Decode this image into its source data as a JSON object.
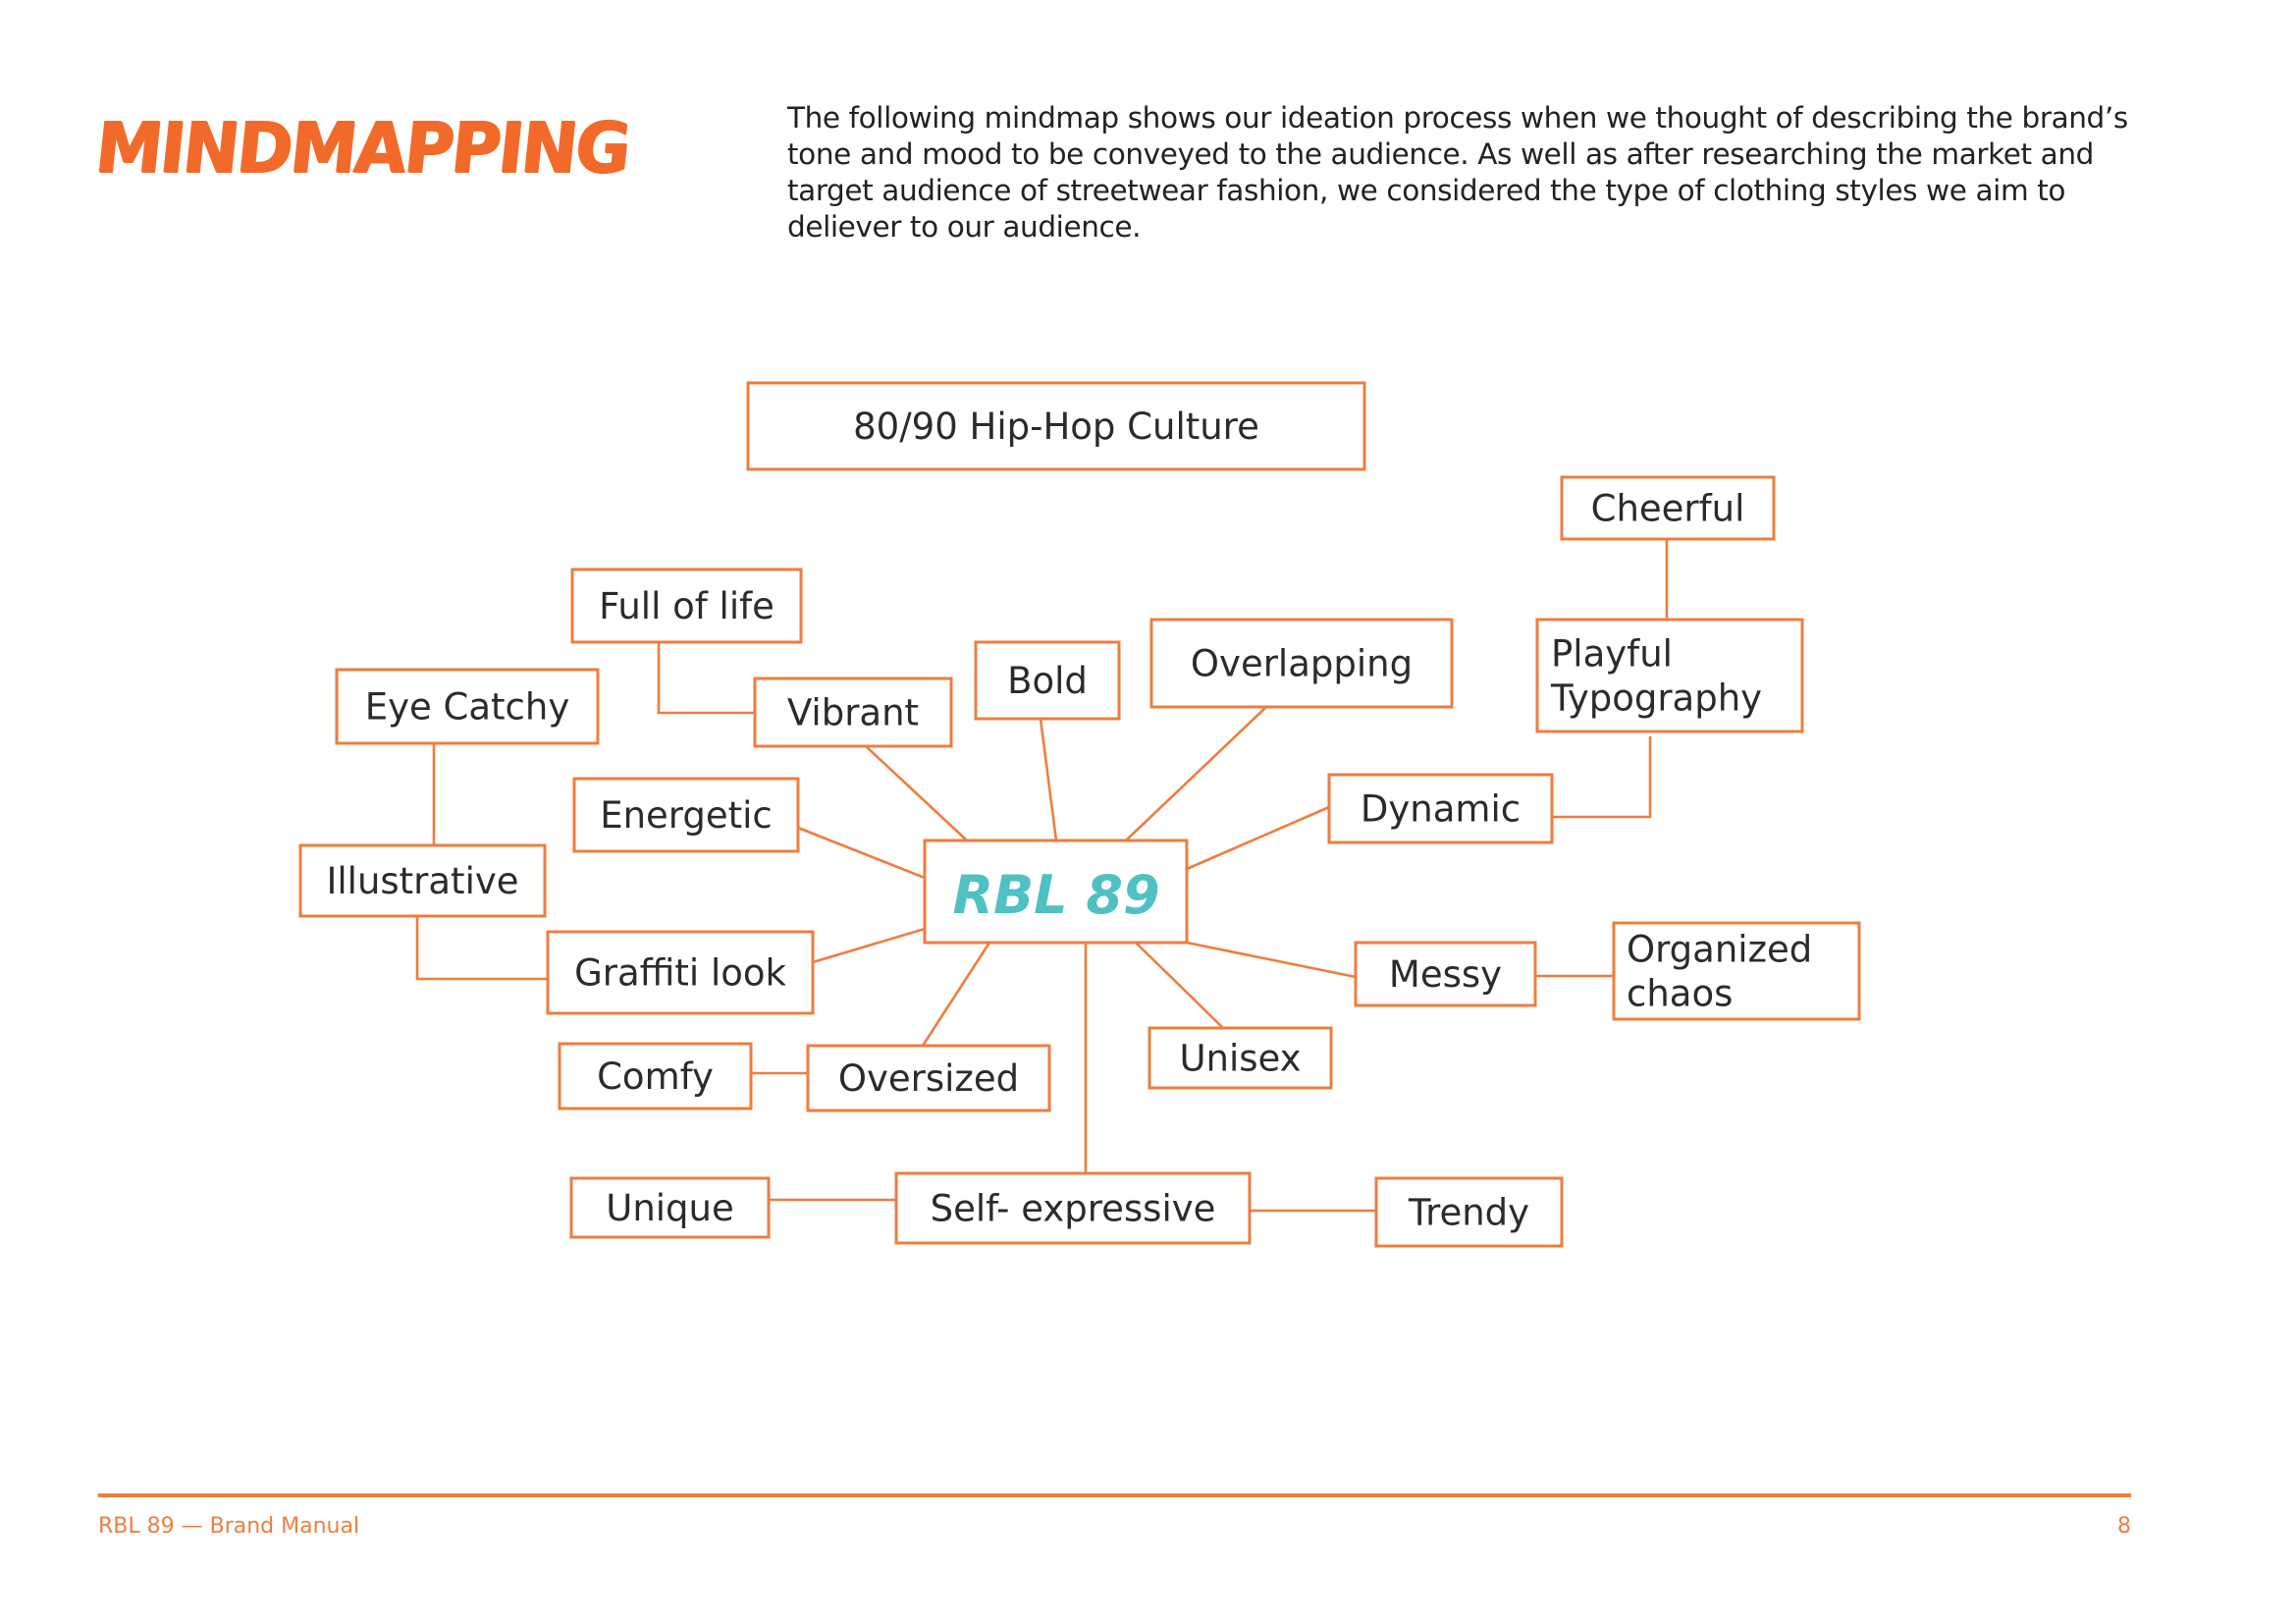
{
  "page": {
    "title": "MINDMAPPING",
    "intro": "The following mindmap shows our ideation process when we thought of describing the brand’s tone and mood to be conveyed to the audience. As well as after researching the market and target audience of streetwear fashion, we considered the type of clothing styles we aim to deliever to our audience."
  },
  "colors": {
    "accent": "#ee7d3f",
    "title": "#f26a2a",
    "center": "#4fc0c4",
    "text": "#2b2b2b"
  },
  "mindmap": {
    "center": {
      "id": "rbl89",
      "label": "RBL 89"
    },
    "nodes": [
      {
        "id": "hiphop",
        "lines": [
          "80/90 Hip-Hop Culture"
        ]
      },
      {
        "id": "cheerful",
        "lines": [
          "Cheerful"
        ]
      },
      {
        "id": "fulloflife",
        "lines": [
          "Full of life"
        ]
      },
      {
        "id": "eyecatchy",
        "lines": [
          "Eye Catchy"
        ]
      },
      {
        "id": "vibrant",
        "lines": [
          "Vibrant"
        ]
      },
      {
        "id": "bold",
        "lines": [
          "Bold"
        ]
      },
      {
        "id": "overlapping",
        "lines": [
          "Overlapping"
        ]
      },
      {
        "id": "playful",
        "lines": [
          "Playful",
          "Typography"
        ]
      },
      {
        "id": "energetic",
        "lines": [
          "Energetic"
        ]
      },
      {
        "id": "dynamic",
        "lines": [
          "Dynamic"
        ]
      },
      {
        "id": "illustrative",
        "lines": [
          "Illustrative"
        ]
      },
      {
        "id": "graffiti",
        "lines": [
          "Graffiti look"
        ]
      },
      {
        "id": "messy",
        "lines": [
          "Messy"
        ]
      },
      {
        "id": "organized",
        "lines": [
          "Organized",
          "chaos"
        ]
      },
      {
        "id": "comfy",
        "lines": [
          "Comfy"
        ]
      },
      {
        "id": "oversized",
        "lines": [
          "Oversized"
        ]
      },
      {
        "id": "unisex",
        "lines": [
          "Unisex"
        ]
      },
      {
        "id": "unique",
        "lines": [
          "Unique"
        ]
      },
      {
        "id": "selfexpressive",
        "lines": [
          "Self- expressive"
        ]
      },
      {
        "id": "trendy",
        "lines": [
          "Trendy"
        ]
      }
    ],
    "edges": [
      [
        "rbl89",
        "vibrant"
      ],
      [
        "rbl89",
        "bold"
      ],
      [
        "rbl89",
        "overlapping"
      ],
      [
        "rbl89",
        "energetic"
      ],
      [
        "rbl89",
        "dynamic"
      ],
      [
        "rbl89",
        "graffiti"
      ],
      [
        "rbl89",
        "messy"
      ],
      [
        "rbl89",
        "oversized"
      ],
      [
        "rbl89",
        "unisex"
      ],
      [
        "rbl89",
        "selfexpressive"
      ],
      [
        "fulloflife",
        "vibrant"
      ],
      [
        "eyecatchy",
        "illustrative"
      ],
      [
        "illustrative",
        "graffiti"
      ],
      [
        "cheerful",
        "playful"
      ],
      [
        "playful",
        "dynamic"
      ],
      [
        "messy",
        "organized"
      ],
      [
        "comfy",
        "oversized"
      ],
      [
        "unique",
        "selfexpressive"
      ],
      [
        "selfexpressive",
        "trendy"
      ]
    ]
  },
  "footer": {
    "left": "RBL 89 —  Brand Manual",
    "page_number": "8"
  }
}
